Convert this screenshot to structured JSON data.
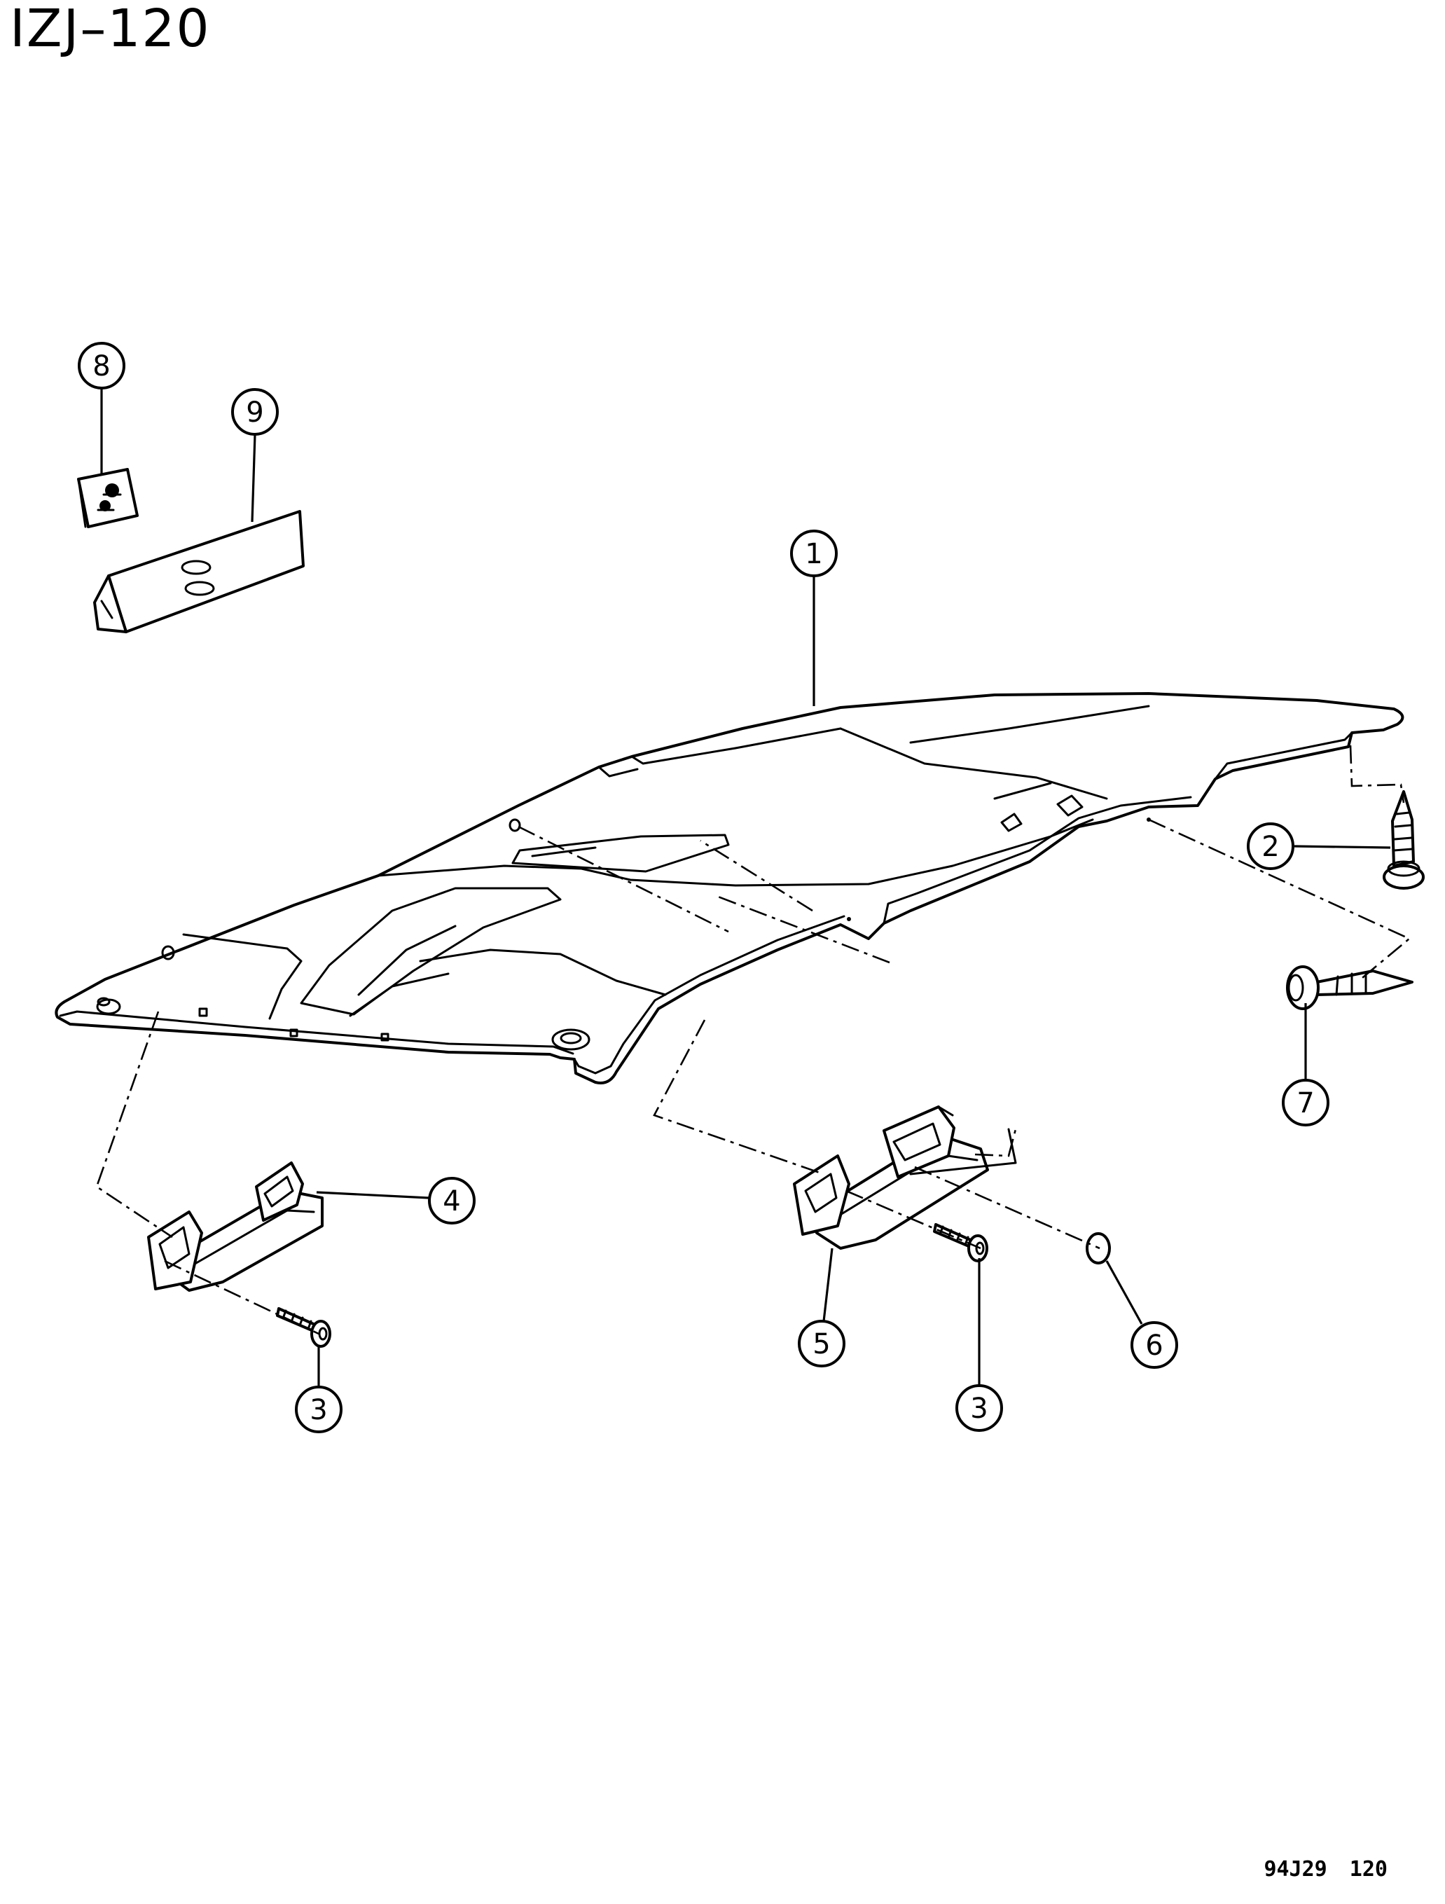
{
  "diagram": {
    "code": "IZJ–120",
    "drawing_number": "94J29 120"
  },
  "callouts": {
    "c1": "1",
    "c2": "2",
    "c3a": "3",
    "c3b": "3",
    "c4": "4",
    "c5": "5",
    "c6": "6",
    "c7": "7",
    "c8": "8",
    "c9": "9"
  }
}
